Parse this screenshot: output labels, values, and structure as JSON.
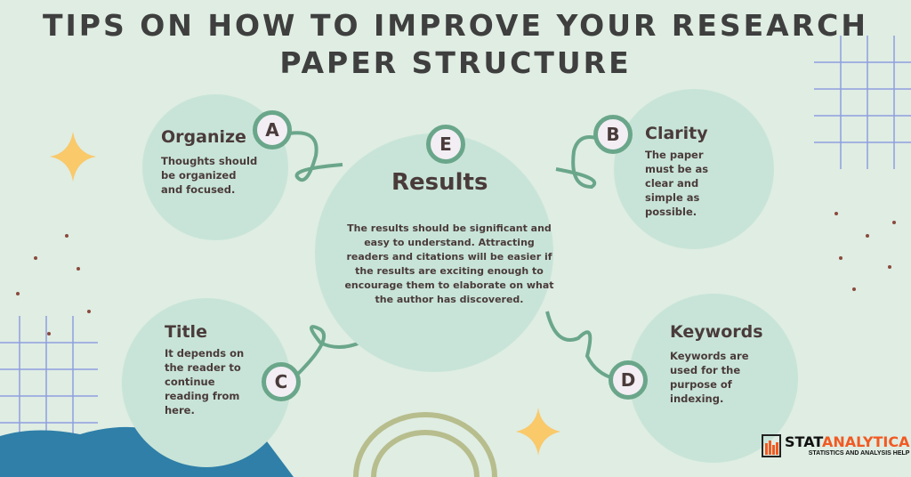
{
  "title": {
    "line1": "TIPS ON HOW TO IMPROVE YOUR RESEARCH",
    "line2": "PAPER STRUCTURE"
  },
  "tips": [
    {
      "letter": "A",
      "heading": "Organize",
      "text": "Thoughts should be organized and focused."
    },
    {
      "letter": "B",
      "heading": "Clarity",
      "text": "The paper must be as clear and simple as possible."
    },
    {
      "letter": "C",
      "heading": "Title",
      "text": "It depends on the reader to continue reading from here."
    },
    {
      "letter": "D",
      "heading": "Keywords",
      "text": "Keywords are used for the purpose of indexing."
    },
    {
      "letter": "E",
      "heading": "Results",
      "text": "The results should be significant and easy to understand. Attracting readers and citations will be easier if the results are exciting enough to encourage them to elaborate on what the author has discovered."
    }
  ],
  "logo": {
    "name_dark": "STAT",
    "name_accent": "ANALYTICA",
    "tagline": "STATISTICS AND ANALYSIS HELP"
  },
  "colors": {
    "background": "#dfede3",
    "circle": "#c8e4d8",
    "ring": "#6aa68a",
    "accent": "#f15a22",
    "star": "#f9c96a",
    "grid": "#8f9ee0"
  }
}
